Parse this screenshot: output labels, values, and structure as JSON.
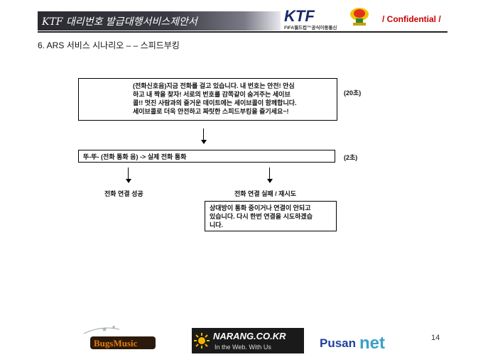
{
  "header": {
    "title": "KTF 대리번호 발급대행서비스제안서",
    "brand": {
      "logo_text": "KTF",
      "tagline": "FIFA월드컵™공식이동통신"
    },
    "confidential": "/ Confidential /"
  },
  "section": {
    "title": "6. ARS 서비스 시나리오 – – 스피드부킹"
  },
  "scenario": {
    "intro_box": "(전화신호음)지금 전화를 걸고 있습니다. 내 번호는 안전! 안심\n하고 내 짝을 찾자! 서로의 번호를 감쪽같이 숨겨주는 세이브\n콜!! 멋진 사람과의 즐거운 데이트에는 세이브콜이 함께합니다.\n세이브콜로 더욱 안전하고 짜릿한 스피드부킹을 즐기세요~!",
    "intro_duration": "(20초)",
    "ring_box": "뚜-뚜- (전화 통화 음) -> 실제 전화 통화",
    "ring_duration": "(2초)",
    "success_label": "전화 연결 성공",
    "fail_label": "전화 연결 실패 / 재시도",
    "fail_box": "상대방이 통화 중이거나 연결이 안되고\n있습니다. 다시 한번 연결을 시도하겠습\n니다."
  },
  "footer": {
    "sponsors": [
      "BugsMusic",
      "NARANG.CO.KR",
      "In the Web. With Us",
      "Pusan",
      "net"
    ],
    "page_number": "14"
  },
  "colors": {
    "confidential": "#cc0000",
    "pusan_blue": "#1f3f9e",
    "net_teal": "#3aa0c8",
    "bugs_orange": "#e07a10"
  }
}
